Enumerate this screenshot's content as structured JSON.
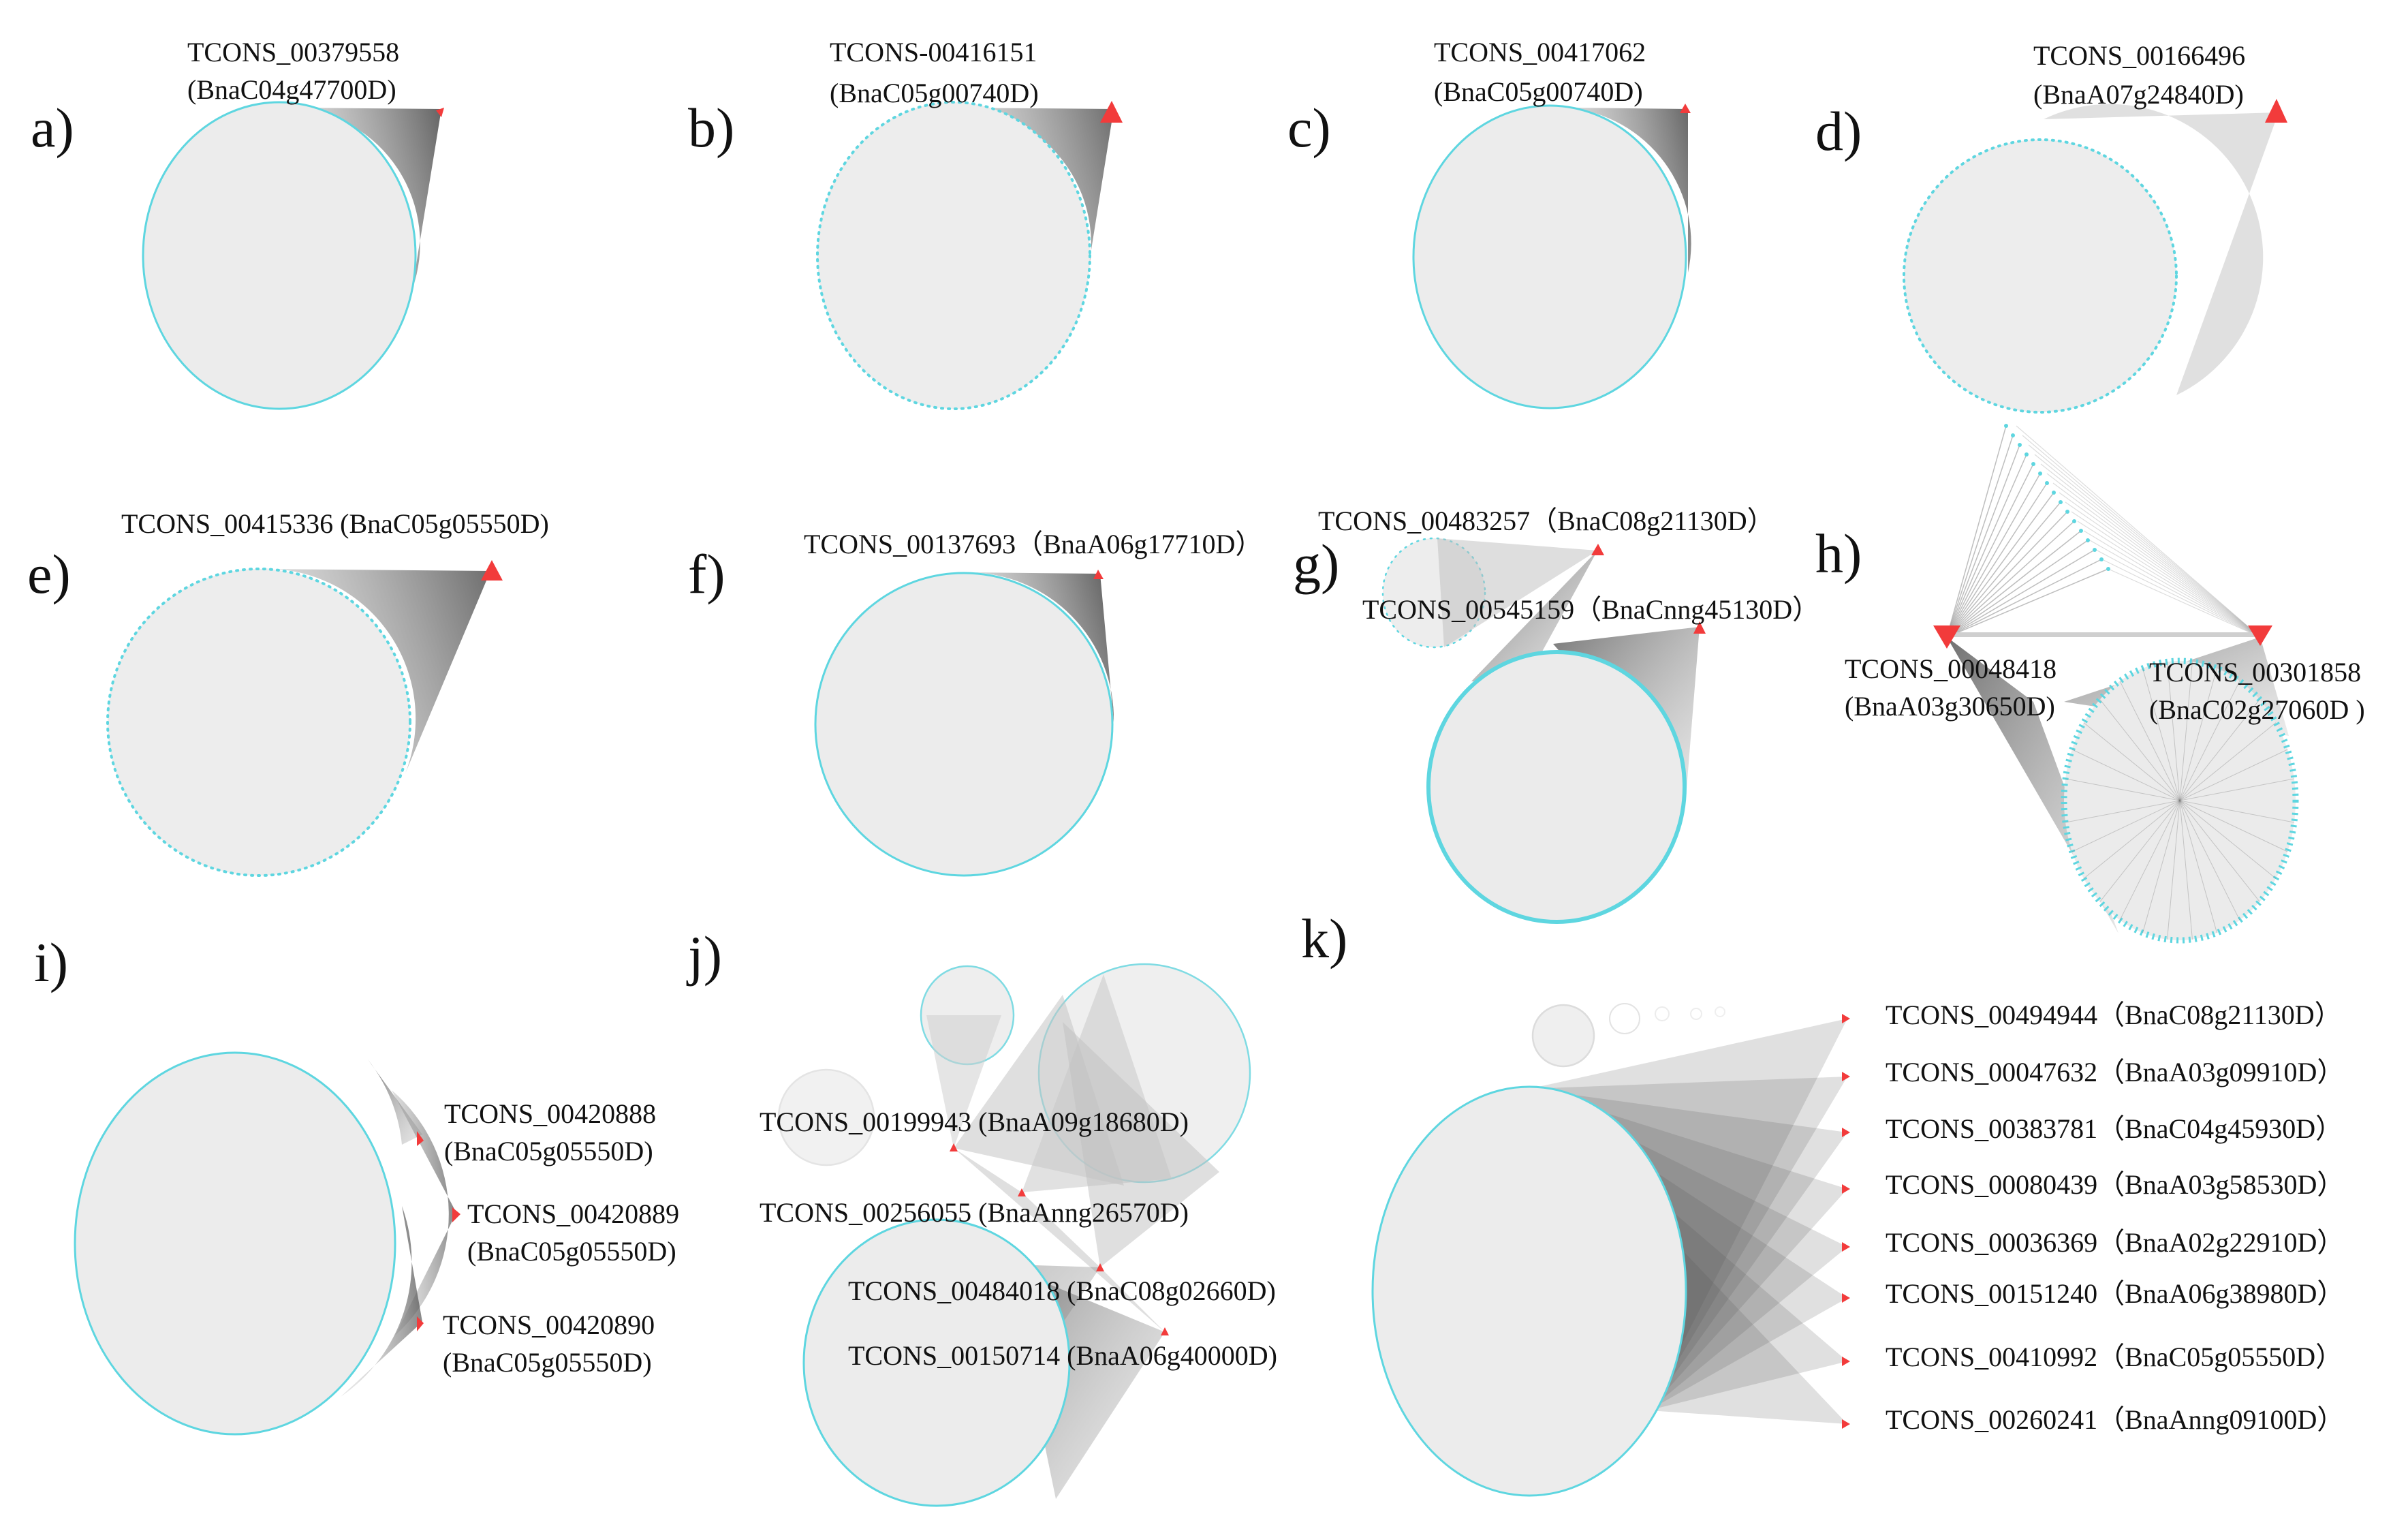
{
  "figure": {
    "panels": [
      {
        "letter": "a)",
        "labels": [
          "TCONS_00379558",
          "(BnaC04g47700D)"
        ]
      },
      {
        "letter": "b)",
        "labels": [
          "TCONS-00416151",
          "(BnaC05g00740D)"
        ]
      },
      {
        "letter": "c)",
        "labels": [
          "TCONS_00417062",
          "(BnaC05g00740D)"
        ]
      },
      {
        "letter": "d)",
        "labels": [
          "TCONS_00166496",
          "(BnaA07g24840D)"
        ]
      },
      {
        "letter": "e)",
        "labels": [
          "TCONS_00415336 (BnaC05g05550D)"
        ]
      },
      {
        "letter": "f)",
        "labels": [
          "TCONS_00137693（BnaA06g17710D）"
        ]
      },
      {
        "letter": "g)",
        "labels": [
          "TCONS_00483257（BnaC08g21130D）",
          "TCONS_00545159（BnaCnng45130D）"
        ]
      },
      {
        "letter": "h)",
        "labels": [
          "TCONS_00048418",
          "(BnaA03g30650D)",
          "TCONS_00301858",
          "(BnaC02g27060D )"
        ]
      },
      {
        "letter": "i)",
        "labels": [
          "TCONS_00420888",
          "(BnaC05g05550D)",
          "TCONS_00420889",
          "(BnaC05g05550D)",
          "TCONS_00420890",
          "(BnaC05g05550D)"
        ]
      },
      {
        "letter": "j)",
        "labels": [
          "TCONS_00199943 (BnaA09g18680D)",
          "TCONS_00256055 (BnaAnng26570D)",
          "TCONS_00484018 (BnaC08g02660D)",
          "TCONS_00150714 (BnaA06g40000D)"
        ]
      },
      {
        "letter": "k)",
        "labels": [
          "TCONS_00494944（BnaC08g21130D）",
          "TCONS_00047632（BnaA03g09910D）",
          "TCONS_00383781（BnaC04g45930D）",
          "TCONS_00080439（BnaA03g58530D）",
          "TCONS_00036369（BnaA02g22910D）",
          "TCONS_00151240（BnaA06g38980D）",
          "TCONS_00410992（BnaC05g05550D）",
          "TCONS_00260241（BnaAnng09100D）"
        ]
      }
    ]
  },
  "colors": {
    "hub_node": "#f23b3b",
    "target_node": "#5ed6e0",
    "edge": "#3a3a3a",
    "disk_fill": "#ececec"
  },
  "node_shapes": {
    "hub": "red triangle",
    "target": "cyan circle"
  }
}
